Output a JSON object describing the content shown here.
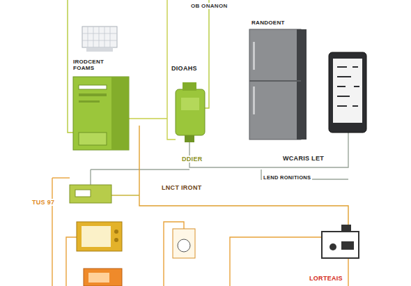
{
  "diagram": {
    "labels": [
      "OB ONANON",
      "IRODCENT FOAMS",
      "DIOAHS",
      "RANDOENT",
      "DDIER",
      "WCARIS LET",
      "LNCT IRONT",
      "LEND RONITIONS",
      "TUS 97",
      "LORTEAIS"
    ]
  }
}
